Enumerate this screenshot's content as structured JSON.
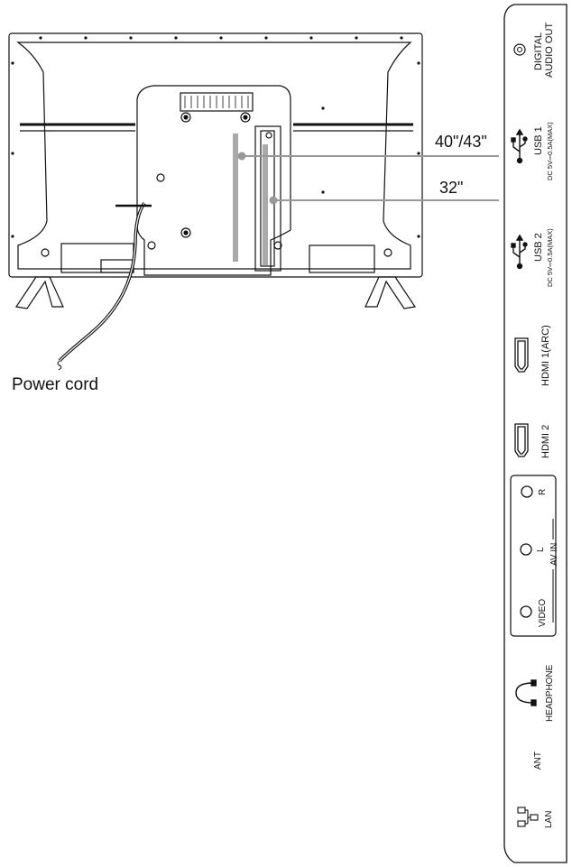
{
  "callouts": {
    "size_large": "40\"/43\"",
    "size_small": "32\"",
    "power_cord": "Power cord"
  },
  "panel": {
    "digital_audio_line1": "DIGITAL",
    "digital_audio_line2": "AUDIO OUT",
    "usb1": "USB 1",
    "usb1_spec": "DC 5V⎓0.5A(MAX)",
    "usb2": "USB 2",
    "usb2_spec": "DC 5V⎓0.5A(MAX)",
    "hdmi1": "HDMI 1(ARC)",
    "hdmi2": "HDMI 2",
    "av_r": "R",
    "av_l": "L",
    "av_in": "AV IN",
    "video": "VIDEO",
    "headphone": "HEADPHONE",
    "ant": "ANT",
    "lan": "LAN"
  },
  "icons": {
    "usb": "usb-icon",
    "hdmi": "hdmi-port-icon",
    "rca": "rca-jack-icon",
    "headphone": "headphone-icon",
    "lan": "lan-icon",
    "optical": "optical-audio-icon"
  }
}
